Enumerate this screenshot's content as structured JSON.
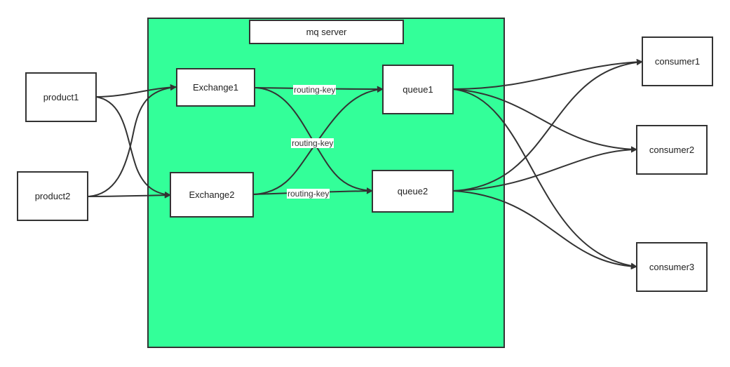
{
  "server": {
    "label": "mq server"
  },
  "producers": [
    {
      "id": "p1",
      "label": "product1"
    },
    {
      "id": "p2",
      "label": "product2"
    }
  ],
  "exchanges": [
    {
      "id": "ex1",
      "label": "Exchange1"
    },
    {
      "id": "ex2",
      "label": "Exchange2"
    }
  ],
  "queues": [
    {
      "id": "q1",
      "label": "queue1"
    },
    {
      "id": "q2",
      "label": "queue2"
    }
  ],
  "consumers": [
    {
      "id": "c1",
      "label": "consumer1"
    },
    {
      "id": "c2",
      "label": "consumer2"
    },
    {
      "id": "c3",
      "label": "consumer3"
    }
  ],
  "edge_labels": {
    "ex1_q1": "routing-key",
    "cross": "routing-key",
    "ex2_q2": "routing-key"
  },
  "edges": [
    [
      "p1",
      "ex1"
    ],
    [
      "p1",
      "ex2"
    ],
    [
      "p2",
      "ex1"
    ],
    [
      "p2",
      "ex2"
    ],
    [
      "ex1",
      "q1"
    ],
    [
      "ex1",
      "q2"
    ],
    [
      "ex2",
      "q1"
    ],
    [
      "ex2",
      "q2"
    ],
    [
      "q1",
      "c1"
    ],
    [
      "q1",
      "c2"
    ],
    [
      "q1",
      "c3"
    ],
    [
      "q2",
      "c1"
    ],
    [
      "q2",
      "c2"
    ],
    [
      "q2",
      "c3"
    ]
  ],
  "colors": {
    "server_fill": "#33ff99",
    "stroke": "#333333",
    "node_fill": "#ffffff"
  }
}
